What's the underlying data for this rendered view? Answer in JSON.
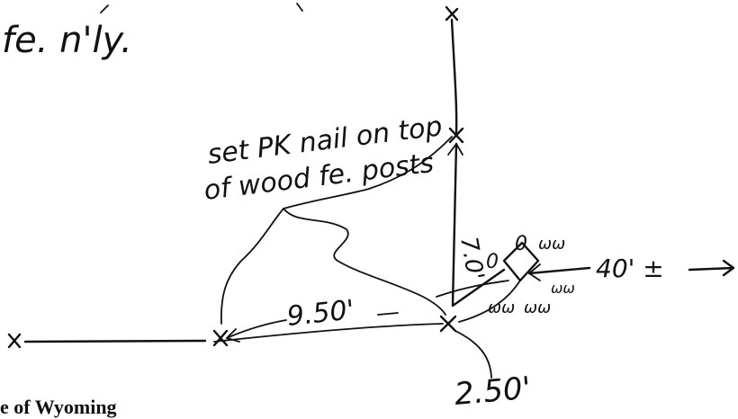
{
  "sketch": {
    "top_note": "fe. n'ly.",
    "instruction_line1": "set PK nail on top",
    "instruction_line2": "of wood fe. posts",
    "dim_vertical": "7.0'",
    "dim_horizontal": "9.50'",
    "dim_bottom": "2.50'",
    "dim_right": "40' ±",
    "mark_o1": "0",
    "mark_o2": "0",
    "mark_ww1": "ωω",
    "mark_ww2": "ωω",
    "mark_ww3": "ωω",
    "mark_ww4": "ωω"
  },
  "footer": {
    "title": "e of Wyoming"
  }
}
